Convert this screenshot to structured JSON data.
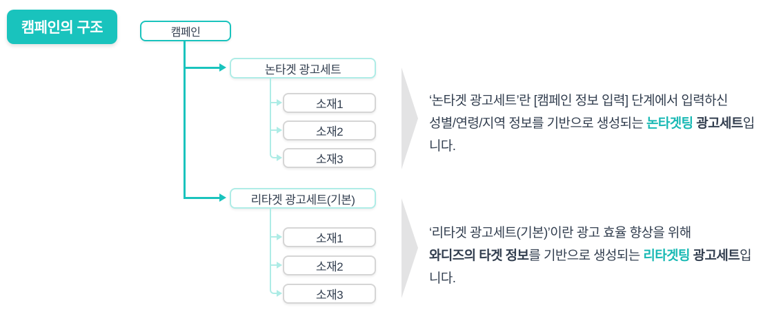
{
  "title": "캠페인의 구조",
  "colors": {
    "accent": "#19c3bd",
    "accent_light": "#aeece6",
    "text_dark": "#323e4f",
    "box_gray_border": "#d5d5d5",
    "arrow_gray": "#e3e3e4",
    "highlight_teal": "#19b9b4"
  },
  "tree": {
    "root": "캠페인",
    "groups": [
      {
        "adset": "논타겟 광고세트",
        "materials": [
          "소재1",
          "소재2",
          "소재3"
        ]
      },
      {
        "adset": "리타겟 광고세트(기본)",
        "materials": [
          "소재1",
          "소재2",
          "소재3"
        ]
      }
    ]
  },
  "descriptions": [
    {
      "line1": "‘논타겟 광고세트’란 [캠페인 정보 입력] 단계에서 입력하신",
      "line2": [
        {
          "t": "성별/연령/지역 정보를 기반으로 생성되는 ",
          "s": "n"
        },
        {
          "t": "논타겟팅",
          "s": "tb"
        },
        {
          "t": " ",
          "s": "n"
        },
        {
          "t": "광고세트",
          "s": "b"
        },
        {
          "t": "입니다.",
          "s": "n"
        }
      ]
    },
    {
      "line1": "‘리타겟 광고세트(기본)’이란 광고 효율 향상을 위해",
      "line2": [
        {
          "t": "와디즈의 타겟 정보",
          "s": "b"
        },
        {
          "t": "를 기반으로 생성되는 ",
          "s": "n"
        },
        {
          "t": "리타겟팅",
          "s": "tb"
        },
        {
          "t": " ",
          "s": "n"
        },
        {
          "t": "광고세트",
          "s": "b"
        },
        {
          "t": "입니다.",
          "s": "n"
        }
      ]
    }
  ]
}
